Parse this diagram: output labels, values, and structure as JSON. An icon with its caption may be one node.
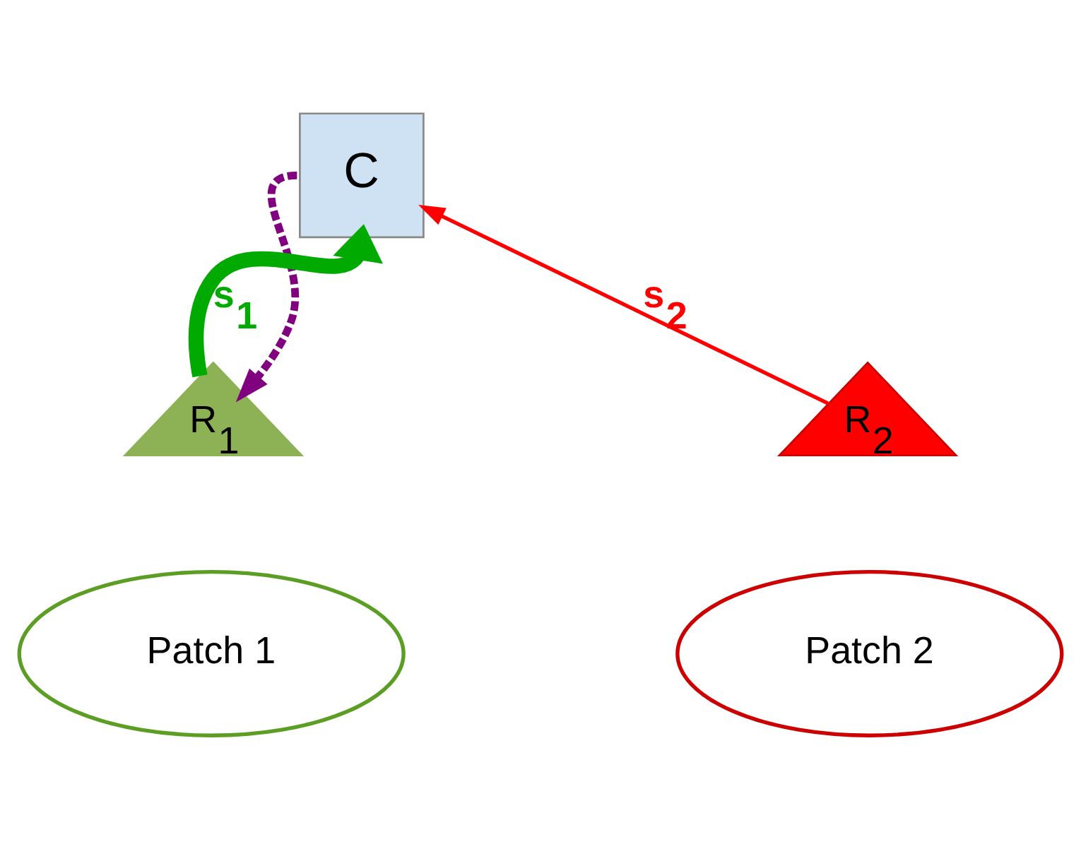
{
  "diagram": {
    "nodes": [
      {
        "text": [
          "C"
        ]
      },
      {
        "text": [
          "R$_{1}$"
        ]
      },
      {
        "text": [
          "R$_{2}$"
        ]
      },
      {
        "text": [
          "Patch 1"
        ]
      },
      {
        "text": [
          "Patch 2"
        ]
      }
    ],
    "edges": [
      {
        "from": 1,
        "to": 0,
        "arrow": "to",
        "label": "s$_{1}$",
        "style": "thick",
        "color": "#00aa00"
      },
      {
        "from": 2,
        "to": 0,
        "arrow": "to",
        "label": "s$_{2}$",
        "color": "#ff0000"
      },
      {
        "from": 0,
        "to": 1,
        "arrow": "to",
        "style": "dashed",
        "color": "#800080"
      }
    ]
  }
}
